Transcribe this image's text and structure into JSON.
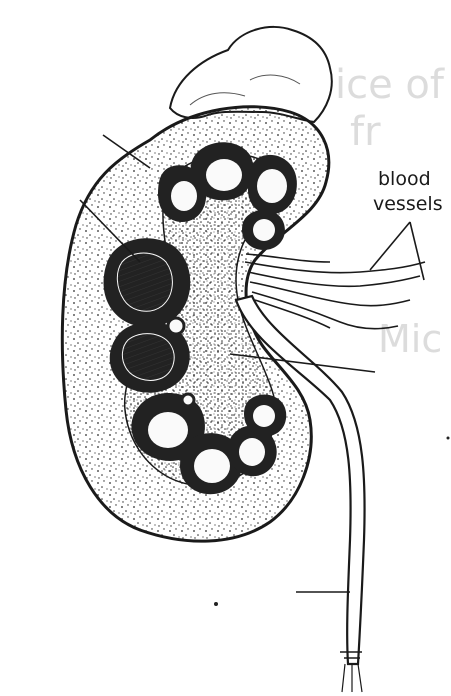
{
  "labels": {
    "blood_line1": "blood",
    "blood_line2": "vessels"
  },
  "bleed_through": {
    "line1": "ice of",
    "line2": "fr",
    "line3": "Mic"
  },
  "colors": {
    "ink": "#1a1a1a",
    "paper": "#ffffff",
    "dark_region": "#222222"
  }
}
